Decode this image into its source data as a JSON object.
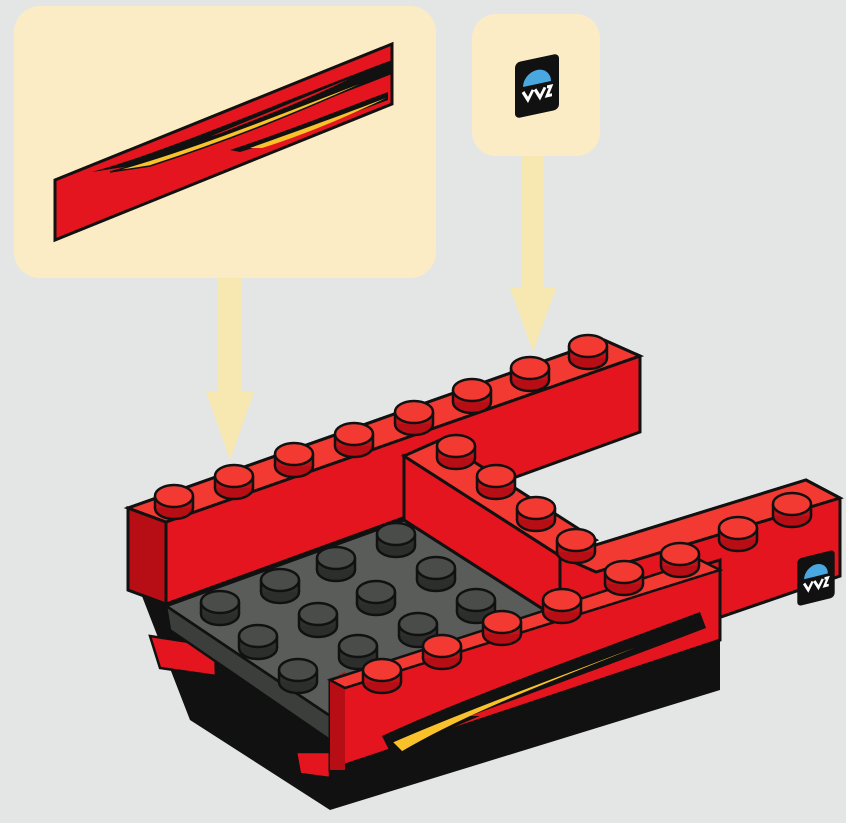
{
  "step": {
    "callouts": [
      {
        "part": "flame-sticker",
        "target": "left-side-brick"
      },
      {
        "part": "logo-sticker",
        "target": "right-top-brick"
      }
    ],
    "parts": [
      "flame-sticker",
      "logo-sticker",
      "red-brick-frame",
      "dark-gray-plate"
    ]
  },
  "colors": {
    "background": "#e3e6e5",
    "callout_bg": "#fbecc6",
    "arrow": "#f7e7b0",
    "brick_red": "#e4151e",
    "brick_red_shadow": "#b60e14",
    "brick_red_light": "#f23a33",
    "plate_gray": "#5a5c5a",
    "stud_gray": "#3c3e3c",
    "outline": "#111111",
    "flame_yellow": "#f9c22a",
    "logo_blue": "#4aa8e0"
  }
}
